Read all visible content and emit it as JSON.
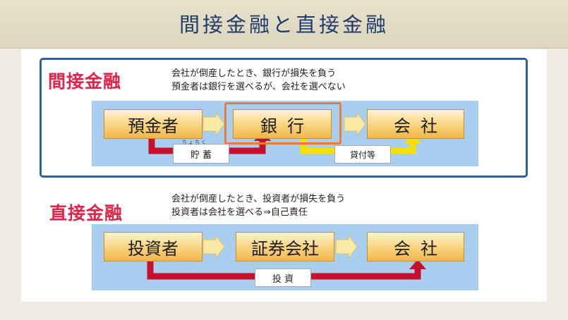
{
  "header": {
    "title": "間接金融と直接金融"
  },
  "indirect": {
    "title": "間接金融",
    "desc_line1": "会社が倒産したとき、銀行が損失を負う",
    "desc_line2": "預金者は銀行を選べるが、会社を選べない",
    "box_depositor": "預金者",
    "box_bank": "銀行",
    "box_company": "会社",
    "label_savings": "貯 蓄",
    "label_savings_ruby": "ちょちく",
    "label_lending": "貸付等"
  },
  "direct": {
    "title": "直接金融",
    "desc_line1": "会社が倒産したとき、投資者が損失を負う",
    "desc_line2": "投資者は会社を選べる⇒自己責任",
    "box_investor": "投資者",
    "box_securities": "証券会社",
    "box_company": "会社",
    "label_investment": "投 資"
  },
  "colors": {
    "title_red": "#e0244a",
    "frame_blue": "#2f5f9c",
    "band_blue": "#a8cff0",
    "flow_red": "#c8102e",
    "flow_yellow": "#f5e000",
    "highlight_orange": "#ee7a3a"
  }
}
